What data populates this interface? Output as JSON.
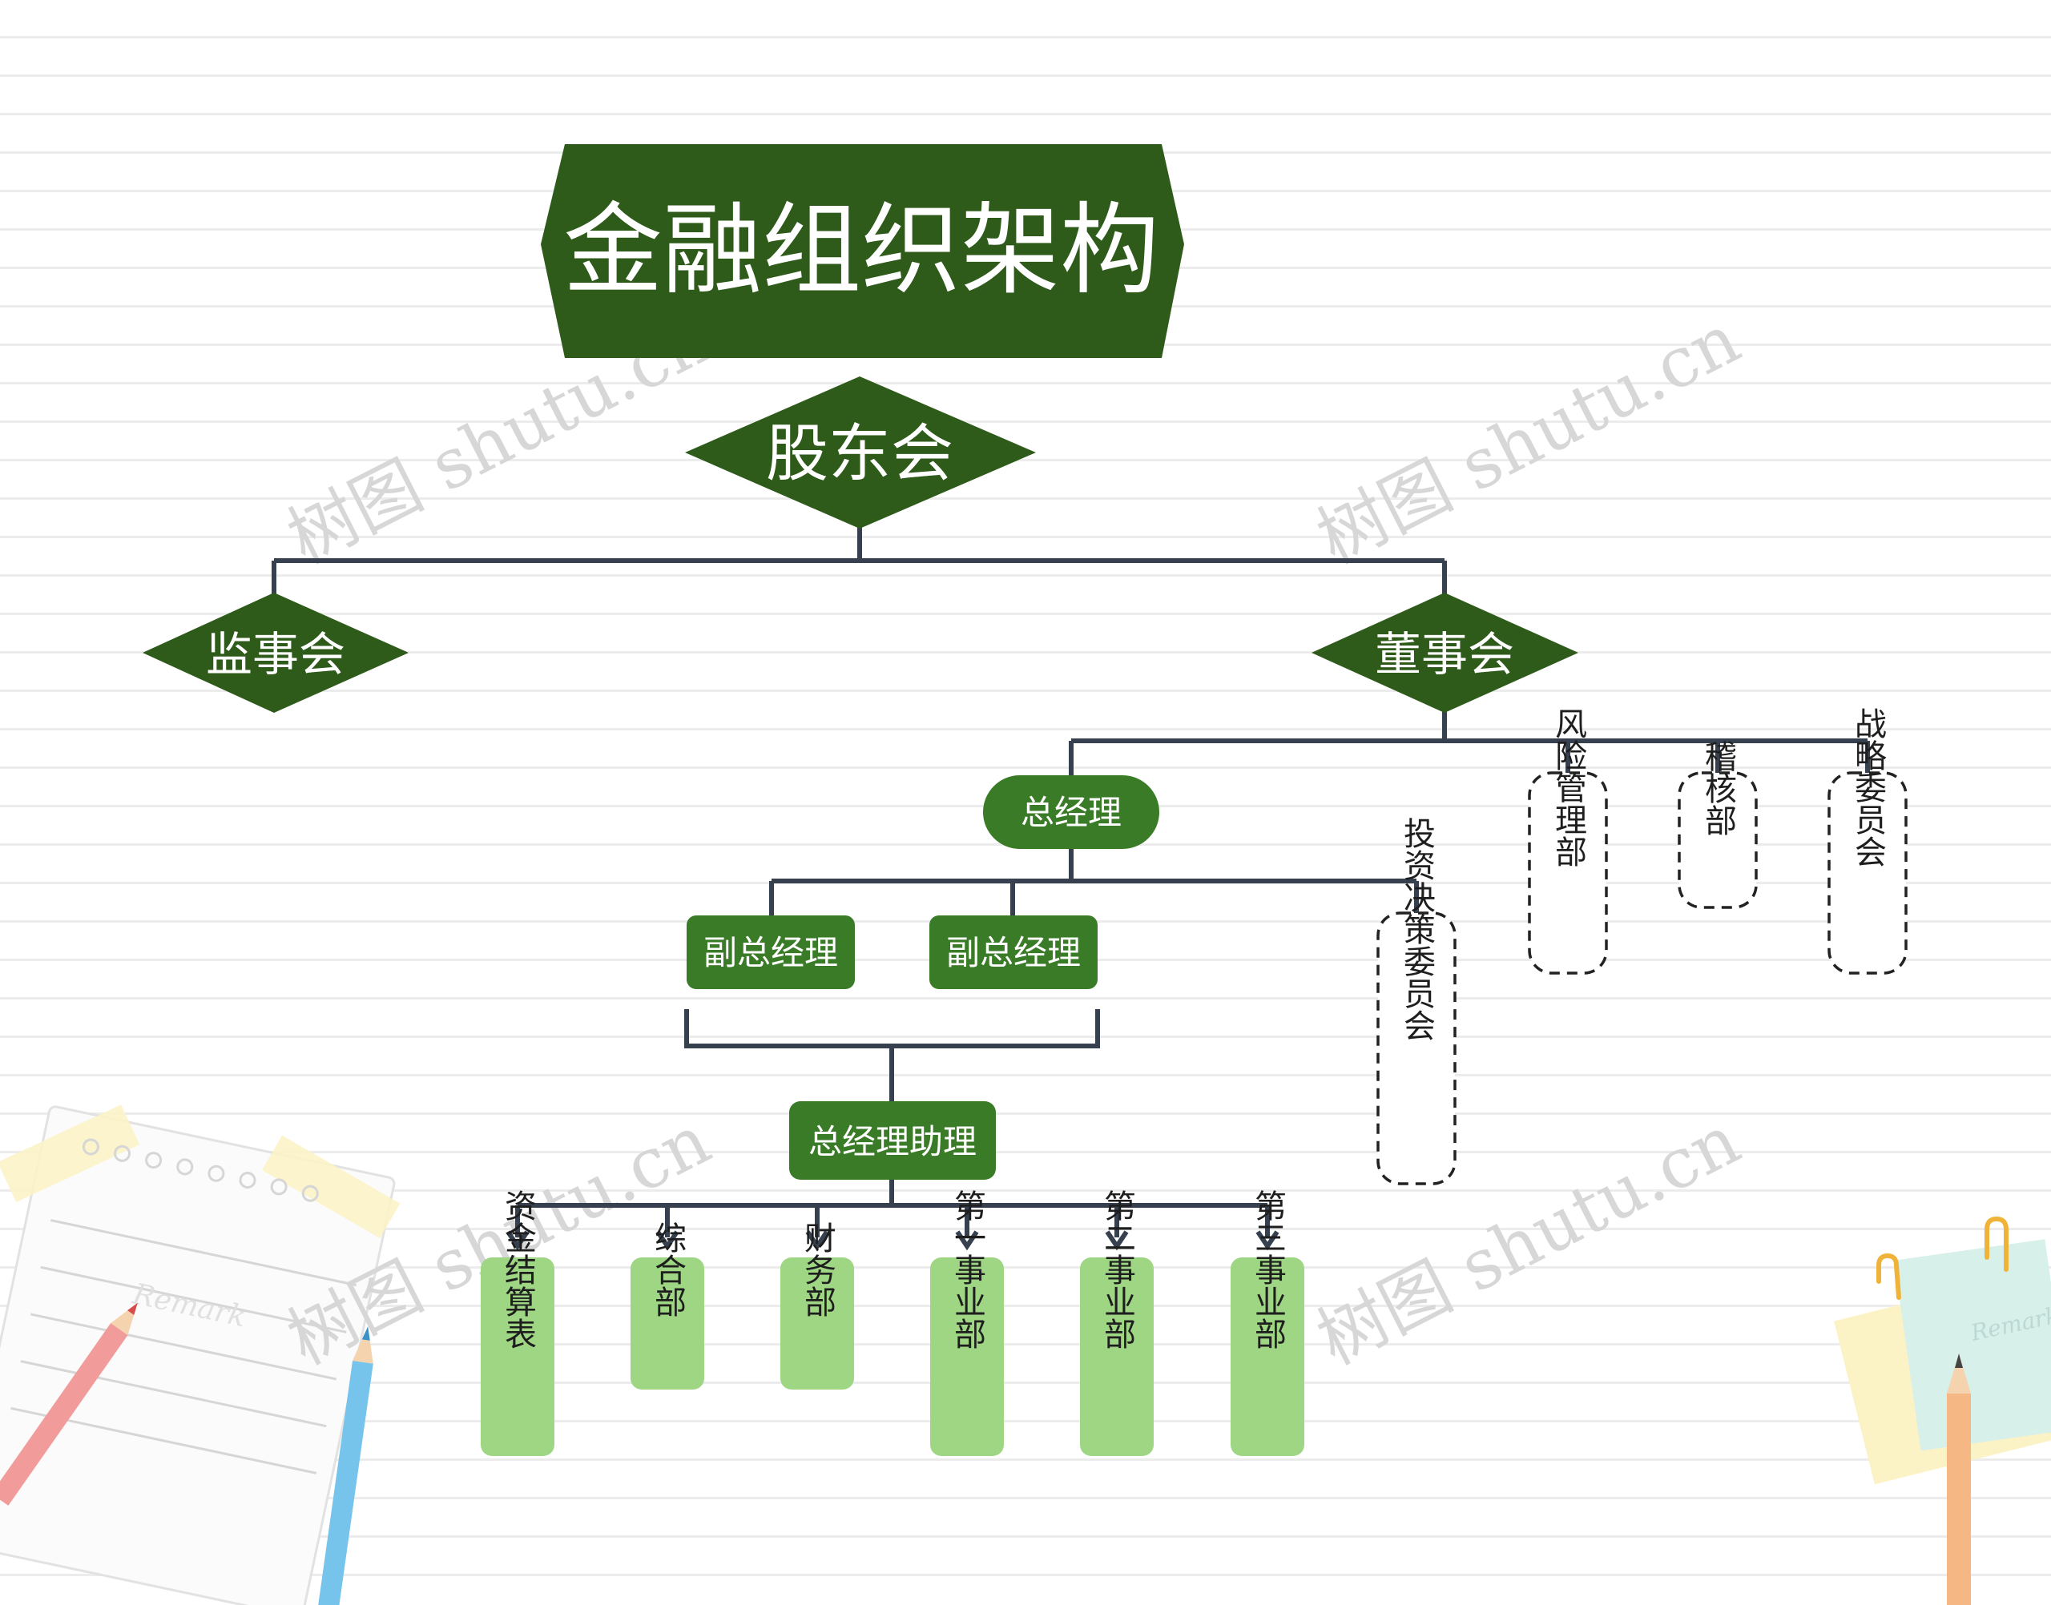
{
  "title": "金融组织架构",
  "nodes": {
    "shareholders": "股东会",
    "supervisors": "监事会",
    "board": "董事会",
    "general_manager": "总经理",
    "deputy_gm_1": "副总经理",
    "deputy_gm_2": "副总经理",
    "assistant_gm": "总经理助理",
    "investment_committee": "投资决策委员会",
    "risk_management": "风险管理部",
    "audit": "稽核部",
    "strategy_committee": "战略委员会",
    "fund_settlement": "资金结算表",
    "general_affairs": "综合部",
    "finance": "财务部",
    "division_1": "第一事业部",
    "division_2": "第二事业部",
    "division_3": "第三事业部"
  },
  "watermark": "树图 shutu.cn",
  "decor": {
    "note_label": "Remark"
  },
  "colors": {
    "dark_green": "#2e5a1a",
    "mid_green": "#3a7b27",
    "light_green": "#9ed684",
    "connector": "#36404f"
  }
}
